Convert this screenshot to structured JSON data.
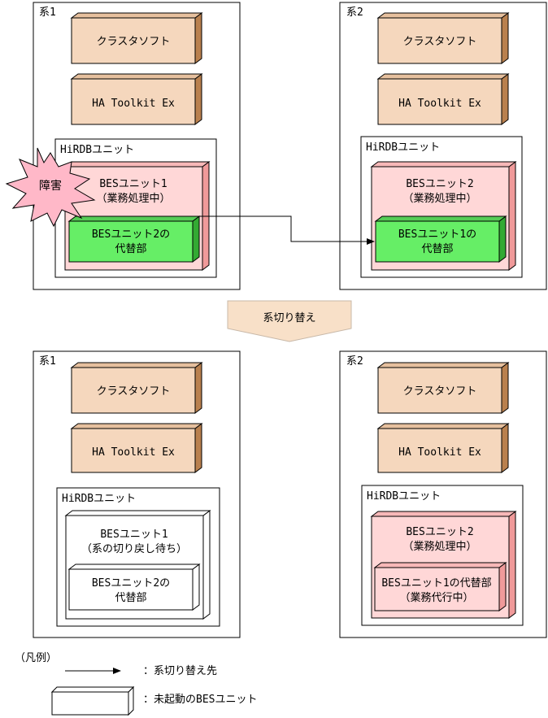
{
  "top": {
    "sys1": {
      "label": "系1",
      "cluster_soft": "クラスタソフト",
      "ha_toolkit": "HA Toolkit Ex",
      "hirdb_unit": "HiRDBユニット",
      "bes_unit": [
        "BESユニット1",
        "（業務処理中）"
      ],
      "standby": [
        "BESユニット2の",
        "代替部"
      ],
      "failure_label": "障害"
    },
    "sys2": {
      "label": "系2",
      "cluster_soft": "クラスタソフト",
      "ha_toolkit": "HA Toolkit Ex",
      "hirdb_unit": "HiRDBユニット",
      "bes_unit": [
        "BESユニット2",
        "（業務処理中）"
      ],
      "standby": [
        "BESユニット1の",
        "代替部"
      ]
    }
  },
  "switch_label": "系切り替え",
  "bottom": {
    "sys1": {
      "label": "系1",
      "cluster_soft": "クラスタソフト",
      "ha_toolkit": "HA Toolkit Ex",
      "hirdb_unit": "HiRDBユニット",
      "bes_unit": [
        "BESユニット1",
        "（系の切り戻し待ち）"
      ],
      "standby": [
        "BESユニット2の",
        "代替部"
      ]
    },
    "sys2": {
      "label": "系2",
      "cluster_soft": "クラスタソフト",
      "ha_toolkit": "HA Toolkit Ex",
      "hirdb_unit": "HiRDBユニット",
      "bes_unit": [
        "BESユニット2",
        "（業務処理中）"
      ],
      "standby": [
        "BESユニット1の代替部",
        "（業務代行中）"
      ]
    }
  },
  "legend": {
    "title": "（凡例）",
    "arrow_desc": "：系切り替え先",
    "box_desc": "：未起動のBESユニット"
  },
  "colors": {
    "soft_fill": "#f5d7bd",
    "soft_side": "#b9804e",
    "bes_active_fill": "#ffd7d7",
    "bes_active_side": "#f09a9a",
    "standby_green": "#66ee66",
    "standby_green_side": "#33aa33",
    "failure_fill": "#ffb8c8",
    "arrow_fill": "#f8e0c8"
  }
}
